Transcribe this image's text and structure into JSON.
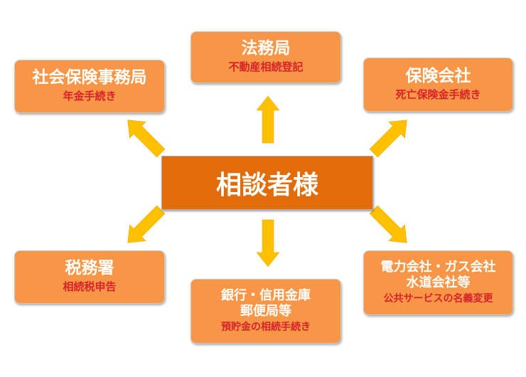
{
  "center": {
    "label": "相談者様"
  },
  "nodes": {
    "social_insurance": {
      "title": "社会保険事務局",
      "subtitle": "年金手続き"
    },
    "legal_affairs": {
      "title": "法務局",
      "subtitle": "不動産相続登記"
    },
    "insurance_company": {
      "title": "保険会社",
      "subtitle": "死亡保険金手続き"
    },
    "tax_office": {
      "title": "税務署",
      "subtitle": "相続税申告"
    },
    "bank": {
      "title_line1": "銀行・信用金庫",
      "title_line2": "郵便局等",
      "subtitle": "預貯金の相続手続き"
    },
    "utilities": {
      "title_line1": "電力会社・ガス会社",
      "title_line2": "水道会社等",
      "subtitle": "公共サービスの名義変更"
    }
  },
  "colors": {
    "center": "#E36C0A",
    "node": "#F79646",
    "arrow": "#FFC000",
    "subtitle": "#D8232A"
  }
}
